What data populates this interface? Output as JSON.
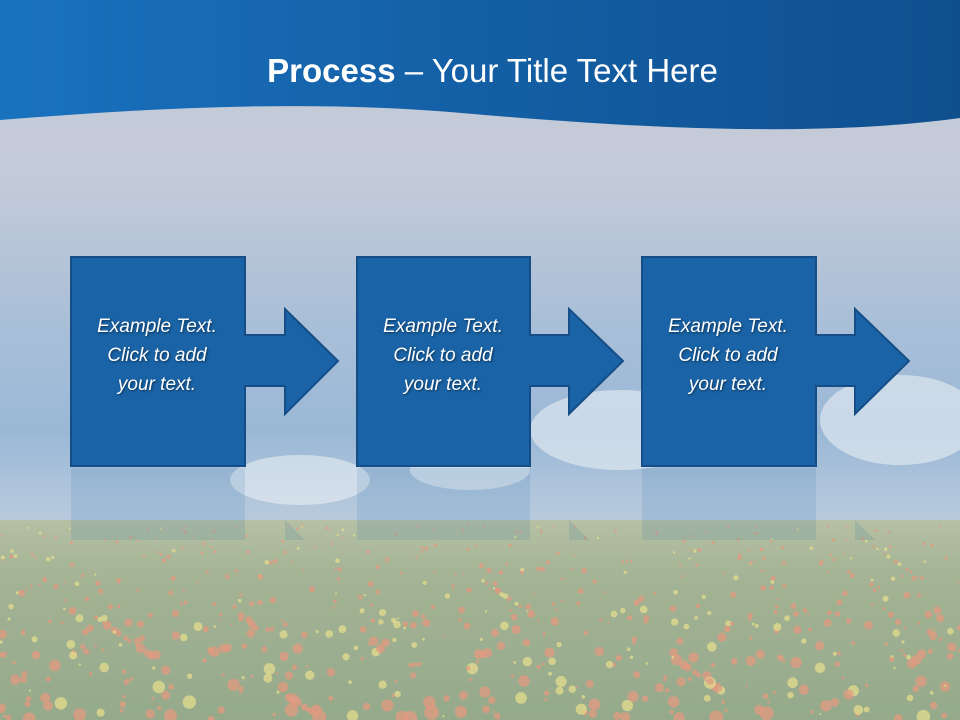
{
  "title": {
    "bold": "Process",
    "rest": " – Your Title Text Here"
  },
  "steps": [
    {
      "lines": [
        "Example Text.",
        "Click  to add",
        "your text."
      ]
    },
    {
      "lines": [
        "Example Text.",
        "Click  to add",
        "your text."
      ]
    },
    {
      "lines": [
        "Example Text.",
        "Click  to add",
        "your text."
      ]
    }
  ],
  "colors": {
    "box": "#1a63a6",
    "box_border": "#154e86",
    "header": "#1565a8"
  }
}
